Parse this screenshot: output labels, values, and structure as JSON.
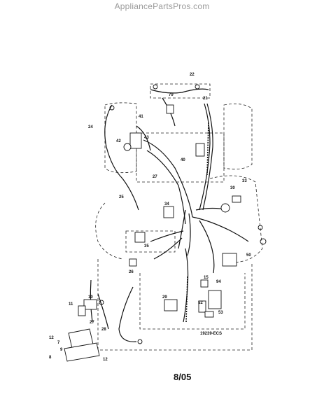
{
  "site_watermark": "AppliancePartsPros.com",
  "drawing_code": "19239-ECS",
  "date_code": "8/05",
  "callouts": [
    "22",
    "79",
    "21",
    "41",
    "43",
    "24",
    "42",
    "40",
    "27",
    "33",
    "30",
    "25",
    "34",
    "35",
    "50",
    "26",
    "15",
    "94",
    "29",
    "52",
    "53",
    "10",
    "11",
    "27",
    "28",
    "12",
    "7",
    "9",
    "8",
    "12"
  ]
}
